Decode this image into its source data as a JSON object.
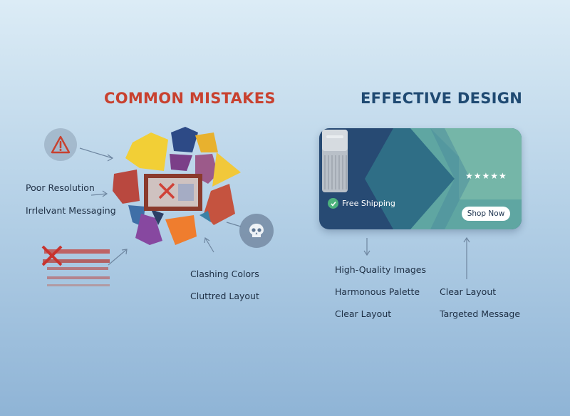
{
  "left": {
    "heading": "COMMON MISTAKES",
    "labels": {
      "poor_resolution": "Poor Resolution",
      "irrelevant_messaging": "Irrlelvant Messaging",
      "clashing_colors": "Clashing Colors",
      "cluttered_layout": "Cluttred Layout"
    },
    "icons": [
      "warning-icon",
      "skull-icon",
      "x-icon"
    ]
  },
  "right": {
    "heading": "EFFECTIVE DESIGN",
    "banner": {
      "shipping_label": "Free Shipping",
      "rating_stars": "★★★★★",
      "button_label": "Shop Now"
    },
    "labels": {
      "high_quality_images": "High-Quality Images",
      "harmonous_palette": "Harmonous Palette",
      "clear_layout_left": "Clear Layout",
      "clear_layout_right": "Clear Layout",
      "targeted_message": "Targeted Message"
    }
  },
  "colors": {
    "mistakes_heading": "#c8412f",
    "design_heading": "#1f4a72",
    "banner_dark": "#274a73",
    "banner_teal": "#5fa6a2",
    "banner_green": "#8cc8ad"
  }
}
